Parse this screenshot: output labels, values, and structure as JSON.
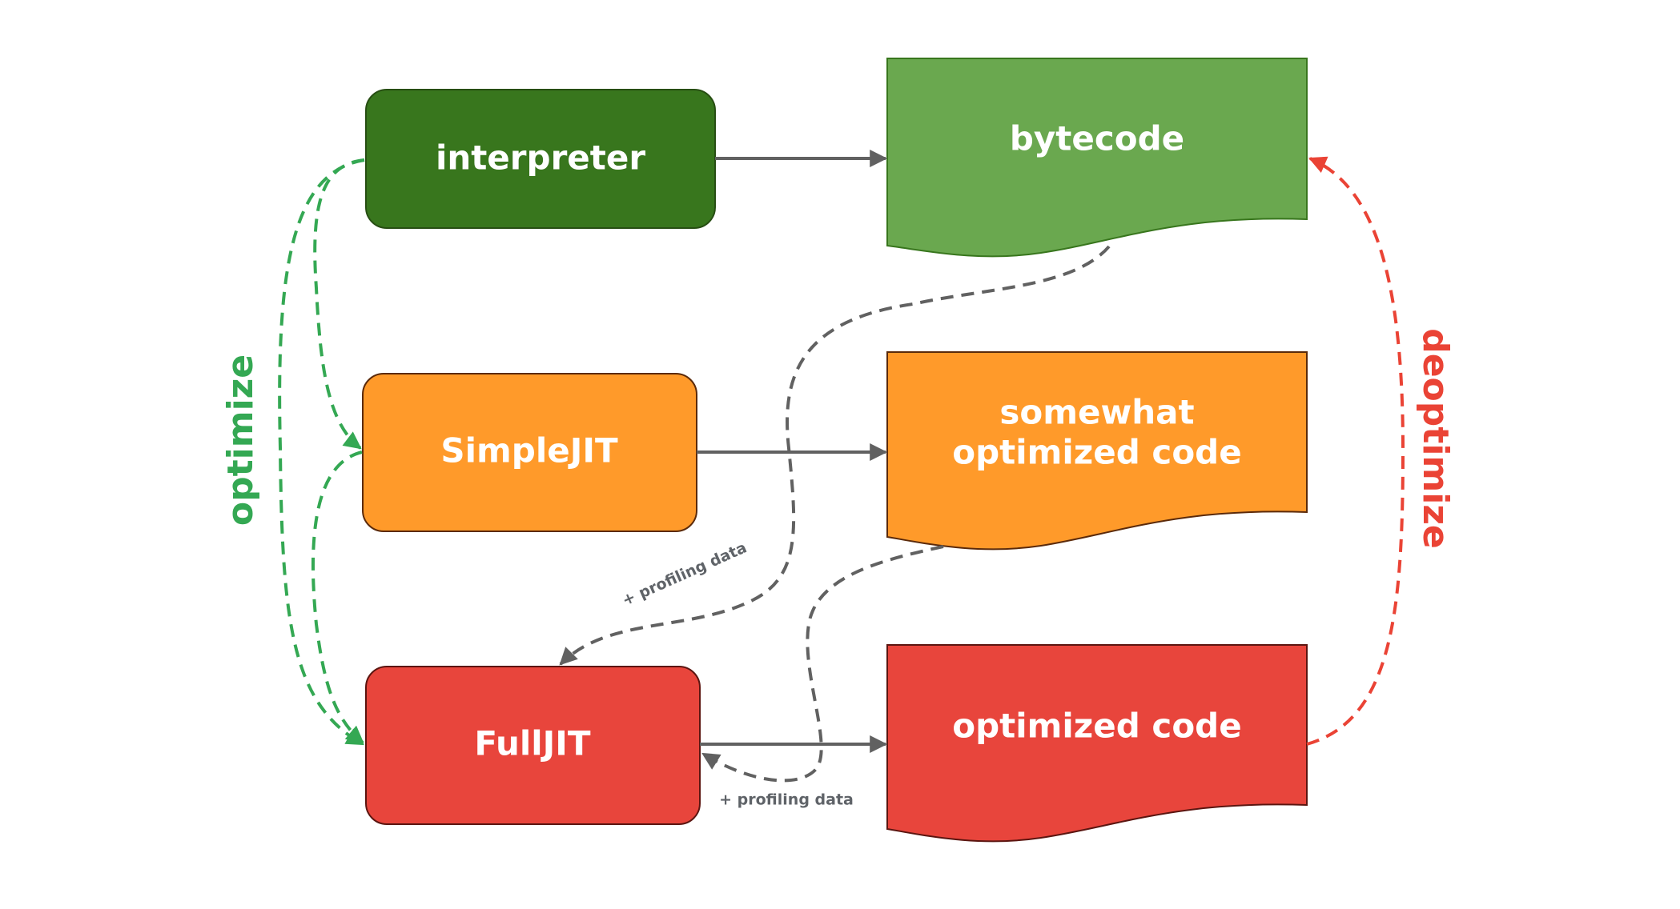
{
  "colors": {
    "interpreter": "#38761d",
    "bytecode": "#6aa84f",
    "simplejit": "#ff9a2a",
    "somewhat_optimized": "#ff9a2a",
    "fulljit": "#e8453c",
    "optimized": "#e8453c",
    "optimize_arrow": "#34a853",
    "deoptimize_arrow": "#ea4335",
    "gray_arrow": "#616161"
  },
  "nodes": {
    "interpreter": "interpreter",
    "simplejit": "SimpleJIT",
    "fulljit": "FullJIT"
  },
  "outputs": {
    "bytecode": "bytecode",
    "somewhat_line1": "somewhat",
    "somewhat_line2": "optimized code",
    "optimized": "optimized code"
  },
  "labels": {
    "optimize": "optimize",
    "deoptimize": "deoptimize",
    "profiling_1": "+ profiling data",
    "profiling_2": "+ profiling data"
  }
}
